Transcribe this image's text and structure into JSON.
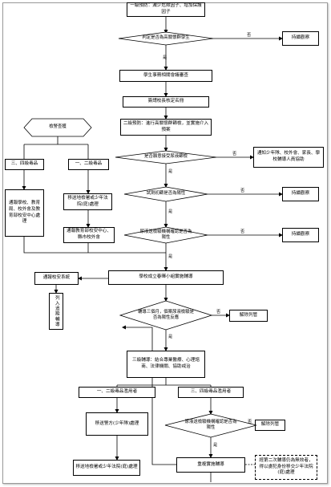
{
  "nodes": {
    "n1": "一級預防：減少危險因子、增加保護因子",
    "n2": "判定是否為高關懷群學生",
    "n3": "持續觀察",
    "n4": "學生事務相關會議審查",
    "n5": "簽請校長核定名冊",
    "n6": "二級預防：進行高關懷群篩檢，並實施介入預案",
    "n7": "是否願意接受尿液篩檢",
    "n8": "通知少年隊、校外會、家長、學校輔導人員協助",
    "n9": "檢警查獲",
    "n10": "三、四級毒品",
    "n11": "一、二級毒品",
    "n12": "試劑初篩是否為陽性",
    "n13": "持續觀察",
    "n14": "通報學校、教育局、校外會及教育部校安中心處理",
    "n15": "移送地檢署或少年法院(庭)處理",
    "n16": "尿液送檢驗機構確認是否為陽性",
    "n17": "持續觀察",
    "n18": "通報教育部校安中心、縣市校外會",
    "n19": "通報校安系統",
    "n20": "學校成立春暉小組實施輔導",
    "n21": "列入追蹤輔導",
    "n22": "輔導三個月，個案尿液檢驗是否為陽性反應",
    "n23": "解除列管",
    "n24": "三級輔導：結合專業醫療、心理諮商、法律機關、協助戒治",
    "n25": "一、二級毒品濫用者",
    "n26": "三、四級毒品濫用者",
    "n27": "移送警方(少年隊)處理",
    "n28": "尿液送檢驗機構確認是否為陽性",
    "n29": "解除列管",
    "n30": "移送地檢署或少年法院(庭)處理",
    "n31": "重複實施輔導",
    "n32": "經第二次輔導仍為無效者，得以虞犯身份移交少年法院(庭)處理"
  },
  "edge_labels": {
    "no": "否",
    "yes": "是"
  }
}
